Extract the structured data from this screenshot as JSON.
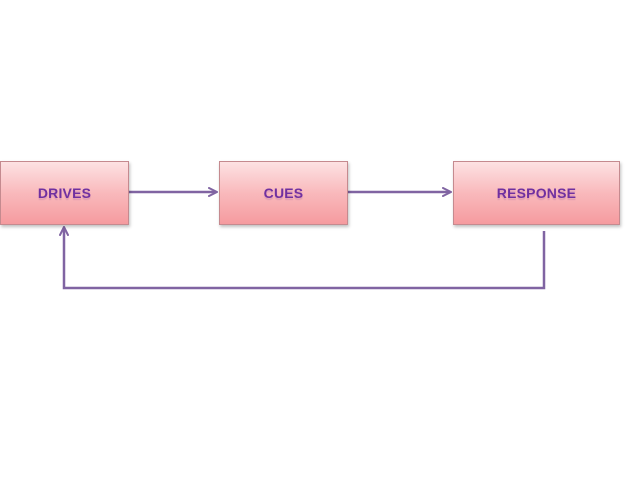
{
  "diagram": {
    "nodes": [
      {
        "id": "drives",
        "label": "DRIVES"
      },
      {
        "id": "cues",
        "label": "CUES"
      },
      {
        "id": "response",
        "label": "RESPONSE"
      }
    ],
    "edges": [
      {
        "from": "drives",
        "to": "cues"
      },
      {
        "from": "cues",
        "to": "response"
      },
      {
        "from": "response",
        "to": "drives"
      }
    ]
  },
  "colors": {
    "text": "#7030a0",
    "arrow": "#8064a2",
    "box_border": "#c58a8f",
    "box_fill": "#f9b9bc"
  }
}
